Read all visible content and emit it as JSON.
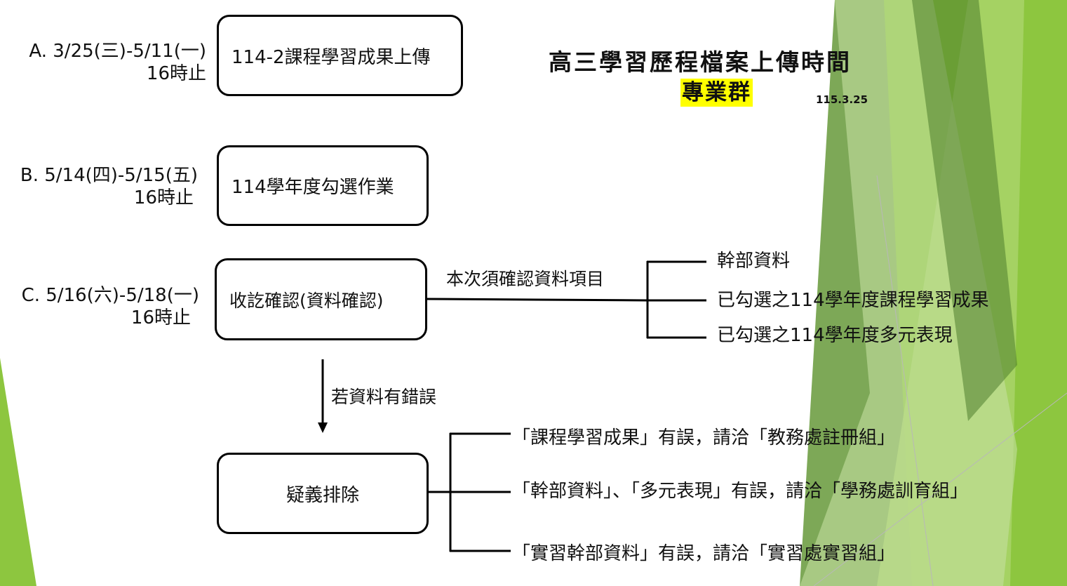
{
  "header": {
    "title": "高三學習歷程檔案上傳時間",
    "subtitle": "專業群",
    "date": "115.3.25"
  },
  "stages": [
    {
      "label_line1": "A.  3/25(三)-5/11(一)",
      "label_line2": "16時止",
      "box_text": "114-2課程學習成果上傳"
    },
    {
      "label_line1": "B. 5/14(四)-5/15(五)",
      "label_line2": "16時止",
      "box_text": "114學年度勾選作業"
    },
    {
      "label_line1": "C. 5/16(六)-5/18(一)",
      "label_line2": "16時止",
      "box_text": "收訖確認(資料確認)"
    }
  ],
  "confirm_branch": {
    "label": "本次須確認資料項目",
    "items": [
      "幹部資料",
      "已勾選之114學年度課程學習成果",
      "已勾選之114學年度多元表現"
    ]
  },
  "error_arrow": {
    "label": "若資料有錯誤"
  },
  "resolution": {
    "box_text": "疑義排除",
    "items": [
      "「課程學習成果」有誤，請洽「教務處註冊組」",
      "「幹部資料」、「多元表現」有誤，請洽「學務處訓育組」",
      "「實習幹部資料」有誤，請洽「實習處實習組」"
    ]
  },
  "colors": {
    "accent_green": "#8dc63f",
    "dark_green": "#5f8a3a",
    "light_green": "#c5e0a0",
    "highlight_yellow": "#ffff00"
  }
}
